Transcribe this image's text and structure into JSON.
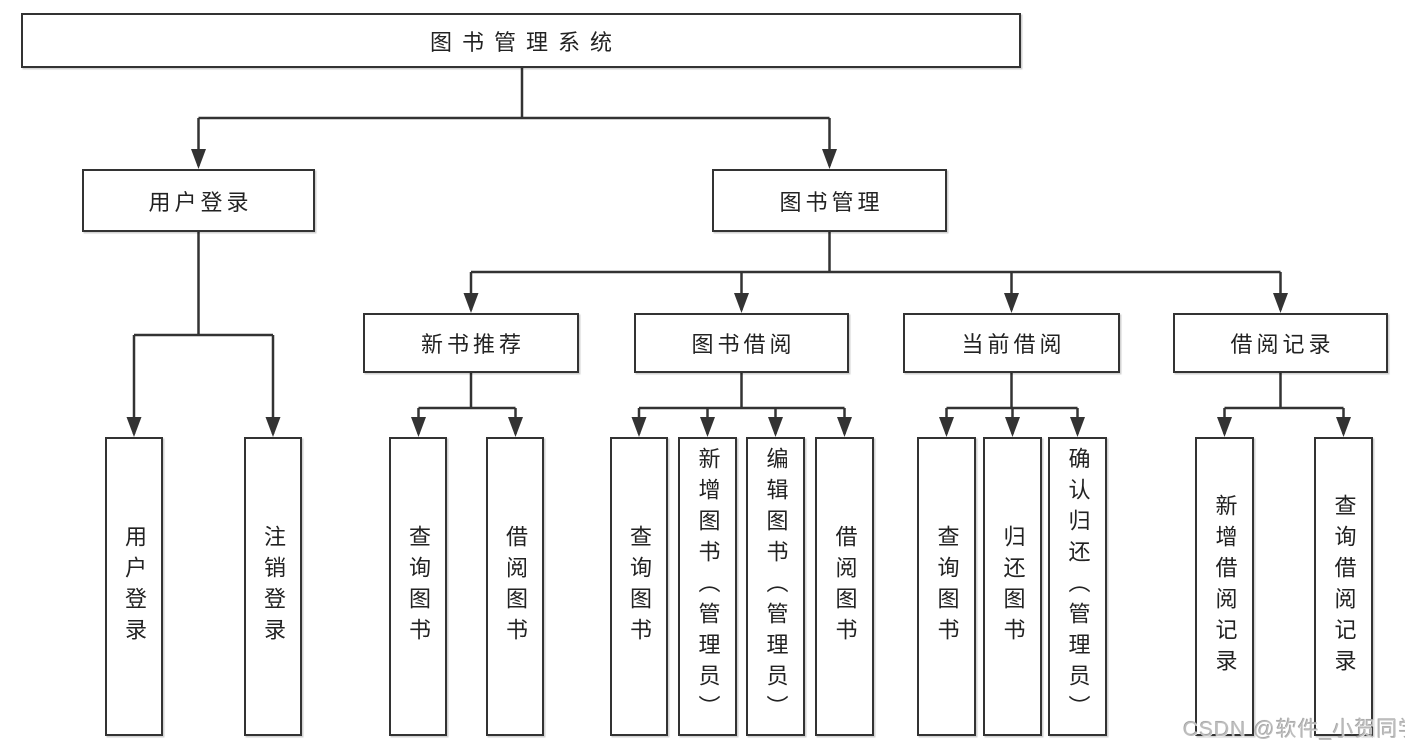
{
  "diagram": {
    "root": "图书管理系统",
    "user_login": {
      "label": "用户登录",
      "children": [
        "用户登录",
        "注销登录"
      ]
    },
    "book_mgmt": {
      "label": "图书管理"
    },
    "new_book_rec": {
      "label": "新书推荐",
      "children": [
        "查询图书",
        "借阅图书"
      ]
    },
    "book_borrow": {
      "label": "图书借阅",
      "children": [
        "查询图书",
        "新增图书（管理员）",
        "编辑图书（管理员）",
        "借阅图书"
      ]
    },
    "current_borrow": {
      "label": "当前借阅",
      "children": [
        "查询图书",
        "归还图书",
        "确认归还（管理员）"
      ]
    },
    "borrow_records": {
      "label": "借阅记录",
      "children": [
        "新增借阅记录",
        "查询借阅记录"
      ]
    }
  },
  "watermark": "CSDN @软件_小贺同学",
  "colors": {
    "line": "#333333",
    "box_fill": "#ffffff",
    "text": "#222222",
    "watermark": "#bdbdbd"
  }
}
